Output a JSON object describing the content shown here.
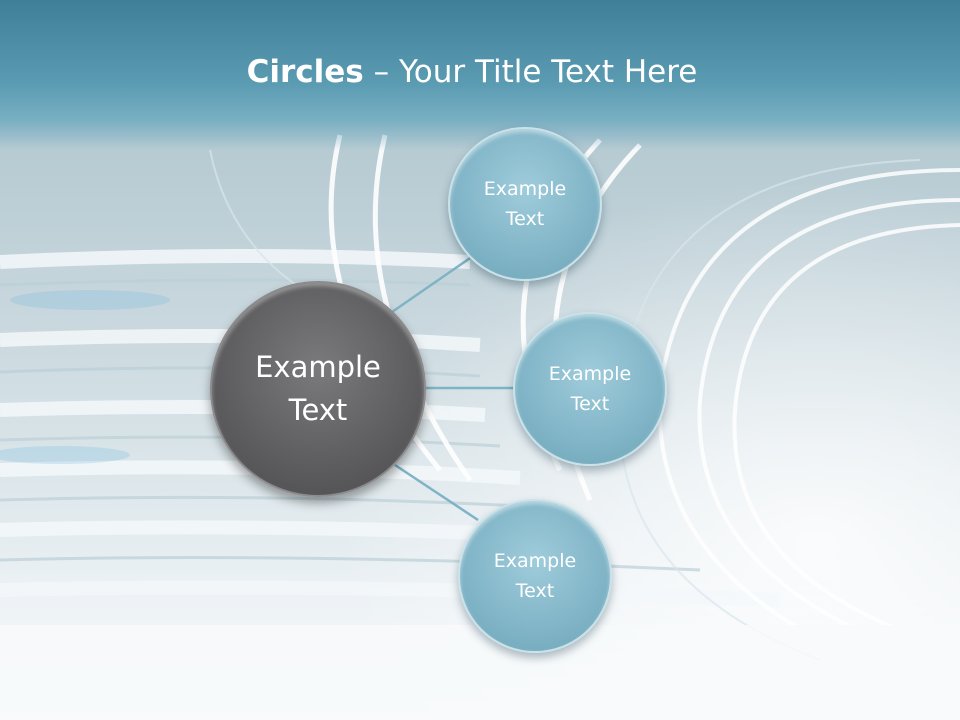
{
  "title": {
    "bold": "Circles",
    "dash": " – ",
    "rest": "Your Title Text Here"
  },
  "hub": {
    "label": "Example\nText"
  },
  "satellites": [
    {
      "label": "Example\nText"
    },
    {
      "label": "Example\nText"
    },
    {
      "label": "Example\nText"
    }
  ],
  "colors": {
    "title_band": "#4f8fa8",
    "hub_fill": "#5f5f61",
    "satellite_fill": "#82b6c8",
    "connector": "#7fb3c6"
  }
}
